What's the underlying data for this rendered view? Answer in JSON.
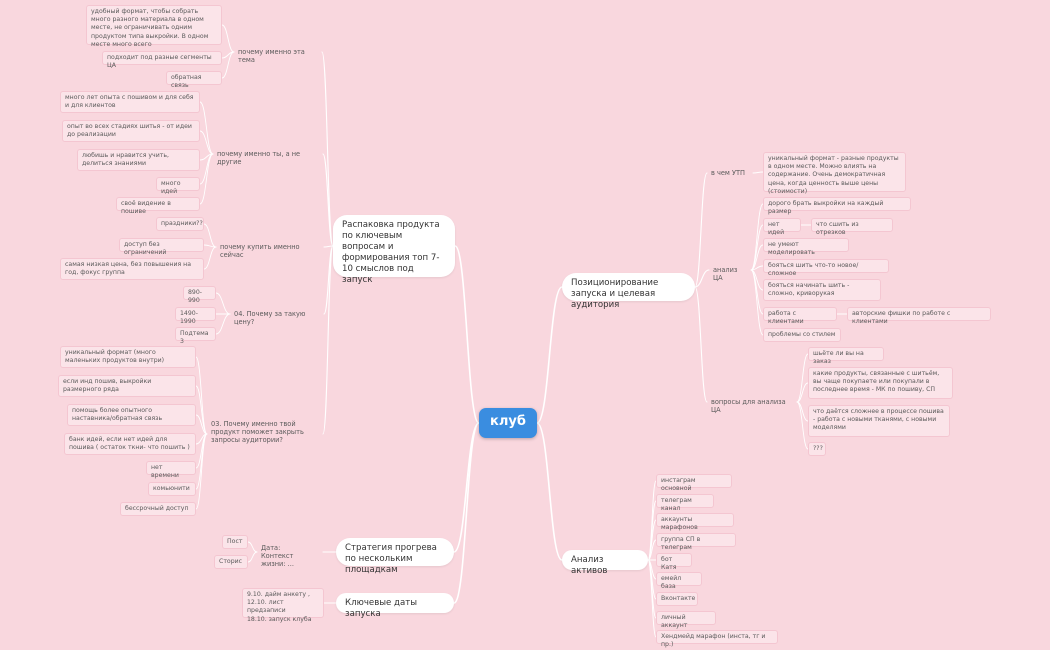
{
  "colors": {
    "background": "#f9d7de",
    "root": "#3a8de0",
    "line": "#ffffff"
  },
  "root": {
    "label": "клуб"
  },
  "topics": {
    "unpack": {
      "label": "Распаковка продукта по ключевым вопросам и формирования топ 7-10 смыслов под запуск",
      "why_topic": {
        "label": "почему именно эта тема",
        "items": [
          "удобный формат, чтобы собрать много разного материала в одном месте, не ограничивать одним продуктом типа выкройки. В одном месте много всего",
          "подходит под разные сегменты ЦА",
          "обратная связь"
        ]
      },
      "why_you": {
        "label": "почему именно ты, а не другие",
        "items": [
          "много лет опыта с пошивом и для себя и для клиентов",
          "опыт во всех стадиях шитья - от идеи до реализации",
          "любишь и нравится учить, делиться знаниями",
          "много идей",
          "своё видение в пошиве"
        ]
      },
      "why_now": {
        "label": "почему купить именно сейчас",
        "items": [
          "праздники??",
          "доступ без ограничений",
          "самая низкая цена, без повышения на год, фокус группа"
        ]
      },
      "price": {
        "label": "04. Почему за такую цену?",
        "items": [
          "890-990",
          "1490-1990",
          "Подтема 3"
        ]
      },
      "your_product": {
        "label": "03. Почему именно твой продукт поможет закрыть запросы аудитории?",
        "items": [
          "уникальный формат (много маленьких продуктов внутри)",
          "если инд пошив, выкройки размерного ряда",
          "помощь более опытного наставника/обратная связь",
          "банк идей, если нет идей для пошива ( остаток ткни- что пошить )",
          "нет времени",
          "комьюнити",
          "бессрочный доступ"
        ]
      }
    },
    "warmup": {
      "label": "Стратегия прогрева по нескольким площадкам",
      "child": "Дата:\nКонтекст жизни: ...",
      "items": [
        "Пост",
        "Сторис"
      ]
    },
    "dates": {
      "label": "Ключевые даты запуска",
      "child": "9.10. дайм анкету ,\n12.10. лист предзаписи\n18.10. запуск клуба"
    },
    "positioning": {
      "label": "Позиционирование запуска и целевая аудитория",
      "utp": {
        "label": "в чем УТП",
        "item": "уникальный формат - разные продукты в одном месте. Можно влиять на содержание. Очень демократичная цена, когда ценность выше цены (стоимости)"
      },
      "analysis": {
        "label": "анализ ЦА",
        "items": [
          "дорого брать выкройки на каждый размер",
          "нет идей",
          "не умеют моделировать",
          "бояться шить что-то новое/сложное",
          "бояться начинать шить - сложно, криворукая",
          "работа с клиентами",
          "проблемы со стилем"
        ],
        "no_ideas_child": "что сшить из отрезков",
        "clients_child": "авторские фишки по работе с клиентами"
      },
      "questions": {
        "label": "вопросы для анализа ЦА",
        "items": [
          "шьёте ли вы на заказ",
          "какие продукты, связанные с шитьём, вы чаще покупаете или покупали в последнее время - МК по пошиву, СП",
          "что даётся сложнее в процессе пошива - работа с новыми тканями, с новыми моделями",
          "???"
        ]
      }
    },
    "assets": {
      "label": "Анализ активов",
      "items": [
        "инстаграм основной",
        "телеграм канал",
        "аккаунты марафонов",
        "группа СП в телеграм",
        "бот Катя",
        "емейл база",
        "Вконтакте",
        "личный аккаунт",
        "Хендмейд марафон (инста, тг и пр.)"
      ]
    }
  }
}
